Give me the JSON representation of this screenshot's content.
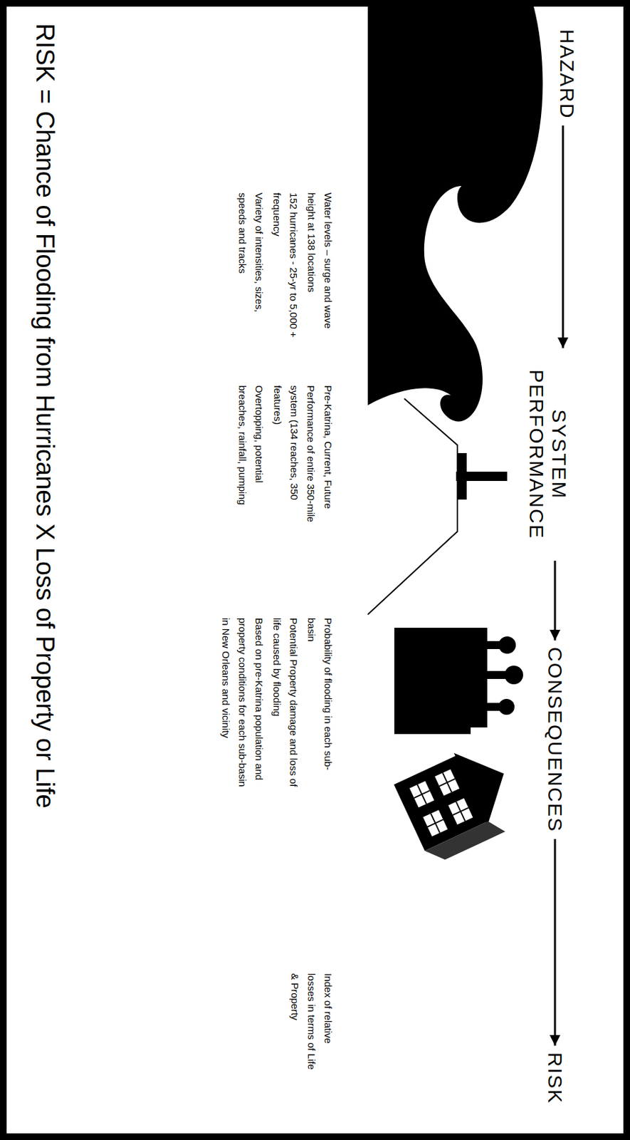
{
  "diagram": {
    "nodes": [
      {
        "text": [
          "HAZARD"
        ]
      },
      {
        "text": [
          "SYSTEM PERFORMANCE"
        ]
      },
      {
        "text": [
          "CONSEQUENCES"
        ]
      },
      {
        "text": [
          "RISK"
        ]
      }
    ],
    "edges": [
      {
        "from": 0,
        "to": 1,
        "arrow": "to"
      },
      {
        "from": 1,
        "to": 2,
        "arrow": "to"
      },
      {
        "from": 2,
        "to": 3,
        "arrow": "to"
      }
    ],
    "labels": [
      "Water levels – surge and wave height at 138 locations",
      "152 hurricanes - 25-yr to 5,000 + frequency",
      "Variety of intensities, sizes, speeds and tracks",
      "Pre-Katrina, Current, Future",
      "Performance of entire 350-mile system (134 reaches, 350 features)",
      "Overtopping, potential breaches, rainfall, pumping",
      "Probability of flooding in each sub-basin",
      "Potential Property damage and loss of life caused by flooding",
      "Based on pre-Katrina population and property conditions for each sub-basin in New Orleans and vicinity",
      "Index of relative losses in terms of Life & Property",
      "RISK = Chance of Flooding from Hurricanes X Loss of Property or Life"
    ]
  }
}
